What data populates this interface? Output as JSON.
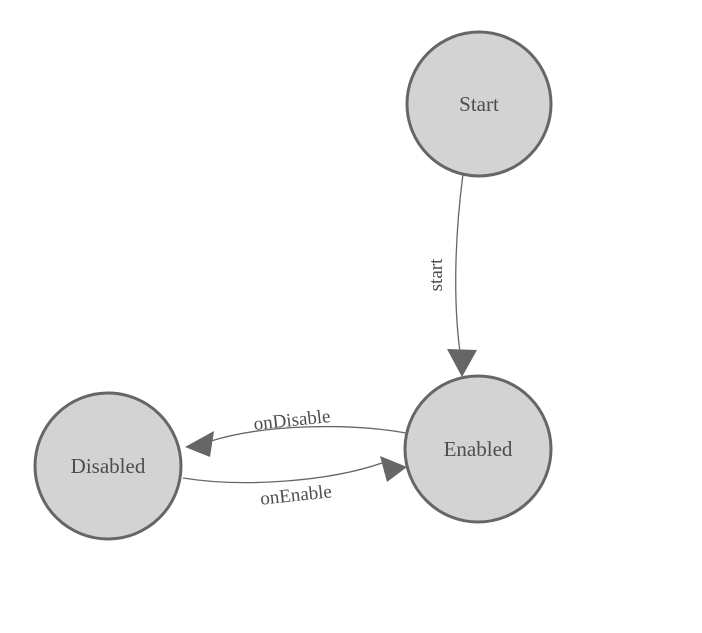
{
  "diagram": {
    "type": "state-machine",
    "colors": {
      "background": "#ffffff",
      "node_fill": "#d3d3d3",
      "node_stroke": "#666666",
      "edge_stroke": "#666666",
      "arrow_fill": "#666666",
      "label_text": "#4d4d4d"
    },
    "nodes": {
      "start": {
        "label": "Start"
      },
      "enabled": {
        "label": "Enabled"
      },
      "disabled": {
        "label": "Disabled"
      }
    },
    "edges": {
      "start_to_enabled": {
        "label": "start",
        "from": "Start",
        "to": "Enabled"
      },
      "enabled_to_disabled": {
        "label": "onDisable",
        "from": "Enabled",
        "to": "Disabled"
      },
      "disabled_to_enabled": {
        "label": "onEnable",
        "from": "Disabled",
        "to": "Enabled"
      }
    }
  }
}
